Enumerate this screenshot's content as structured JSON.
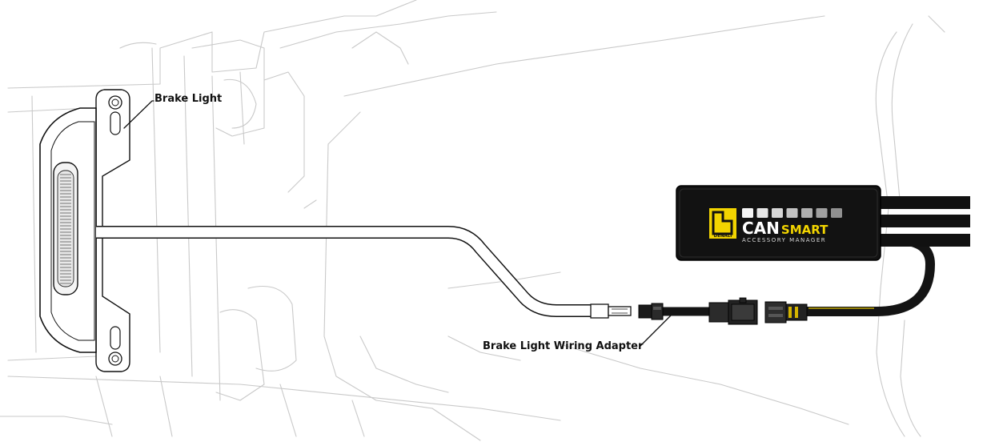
{
  "labels": {
    "brake_light": "Brake Light",
    "adapter": "Brake Light Wiring Adapter"
  },
  "module": {
    "brand_can": "CAN",
    "brand_smart": "SMART",
    "subtitle": "ACCESSORY MANAGER",
    "logo_text": "DENALI"
  },
  "colors": {
    "module_body": "#111111",
    "brand_accent": "#f2d400",
    "cable": "#141414",
    "frame_lines": "#c9c9c9"
  }
}
